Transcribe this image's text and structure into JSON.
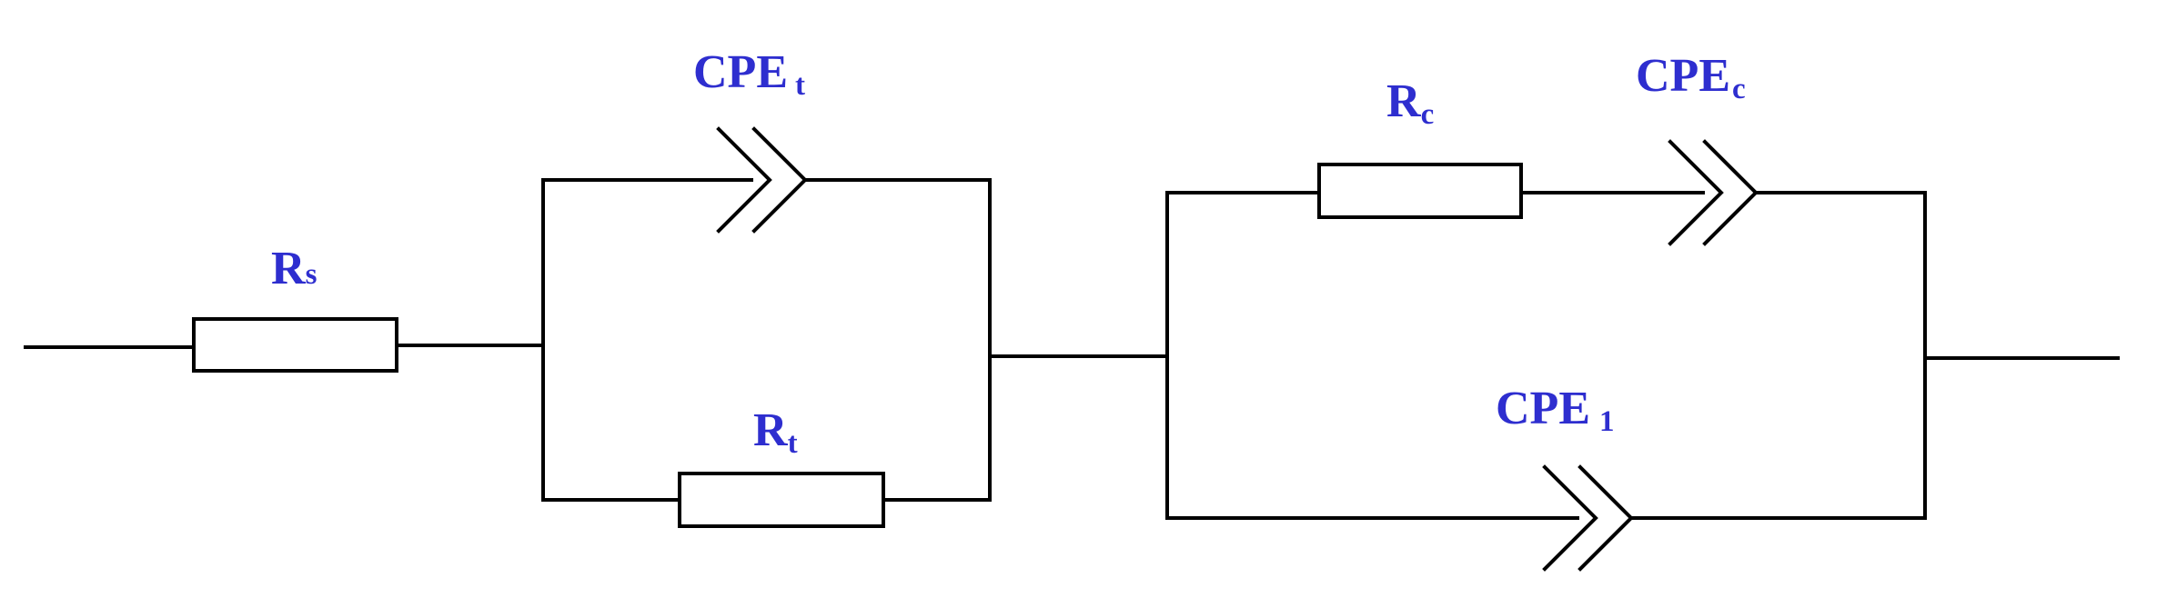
{
  "label_color": "#2e2ecf",
  "line_color": "#000000",
  "components": {
    "rs": {
      "main": "R",
      "sub": "s"
    },
    "cpet": {
      "main": "CPE",
      "sub": "t"
    },
    "rt": {
      "main": "R",
      "sub": "t"
    },
    "rc": {
      "main": "R",
      "sub": "c"
    },
    "cpec": {
      "main": "CPE",
      "sub": "c"
    },
    "cpe1": {
      "main": "CPE",
      "sub": "1"
    }
  }
}
